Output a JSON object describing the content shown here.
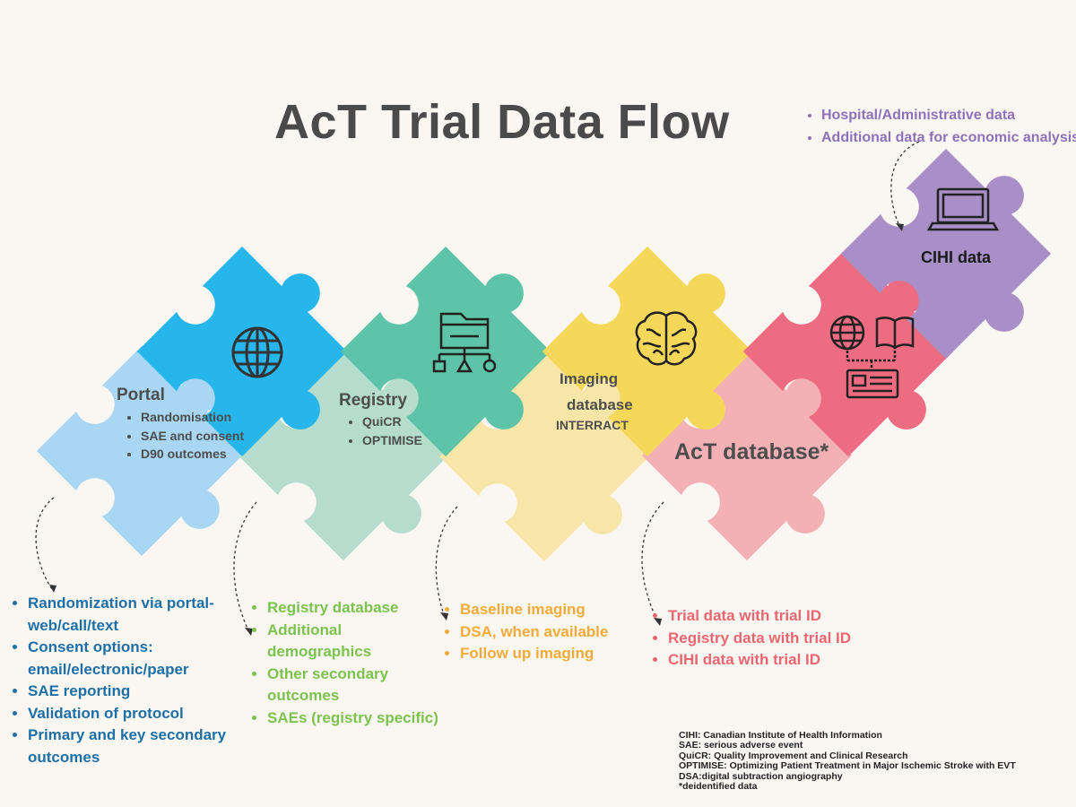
{
  "title": "AcT Trial Data Flow",
  "pieces": {
    "portal": {
      "title": "Portal",
      "items": [
        "Randomisation",
        "SAE and consent",
        "D90 outcomes"
      ],
      "icon": "globe-icon",
      "color_light": "#a9d6f2",
      "color_dark": "#27b6ec"
    },
    "registry": {
      "title": "Registry",
      "items": [
        "QuiCR",
        "OPTIMISE"
      ],
      "icon": "folder-network-icon",
      "color_light": "#b5dccd",
      "color_dark": "#5ec4a8"
    },
    "imaging": {
      "title_line1": "Imaging",
      "title_line2": "database",
      "subtitle": "INTERRACT",
      "icon": "brain-icon",
      "color_light": "#f8e6a8",
      "color_dark": "#f5d75a"
    },
    "act_database": {
      "title": "AcT database*",
      "icon": "globe-book-id-card-icon",
      "color_light": "#f4b1b5",
      "color_dark": "#ee6c82"
    },
    "cihi": {
      "title": "CIHI data",
      "icon": "laptop-icon",
      "color": "#a98fc8"
    }
  },
  "details": {
    "portal": {
      "color": "#1e6fa6",
      "items": [
        "Randomization via portal-web/call/text",
        "Consent options: email/electronic/paper",
        "SAE reporting",
        "Validation of protocol",
        "Primary and key secondary outcomes"
      ]
    },
    "registry": {
      "color": "#7cc24e",
      "items": [
        "Registry database",
        "Additional demographics",
        "Other secondary outcomes",
        "SAEs (registry specific)"
      ]
    },
    "imaging": {
      "color": "#f2ab3a",
      "items": [
        "Baseline imaging",
        "DSA, when available",
        "Follow up imaging"
      ]
    },
    "act_database": {
      "color": "#ec6670",
      "items": [
        "Trial data with trial ID",
        "Registry data with trial ID",
        "CIHI data with trial ID"
      ]
    },
    "cihi": {
      "color": "#8c72b8",
      "items": [
        "Hospital/Administrative data",
        "Additional data for economic analysis"
      ]
    }
  },
  "legend": [
    "CIHI: Canadian Institute of Health Information",
    "SAE: serious adverse event",
    "QuiCR: Quality Improvement and Clinical Research",
    "OPTIMISE: Optimizing Patient Treatment in Major Ischemic Stroke with EVT",
    "DSA:digital subtraction angiography",
    "*deidentified data"
  ]
}
